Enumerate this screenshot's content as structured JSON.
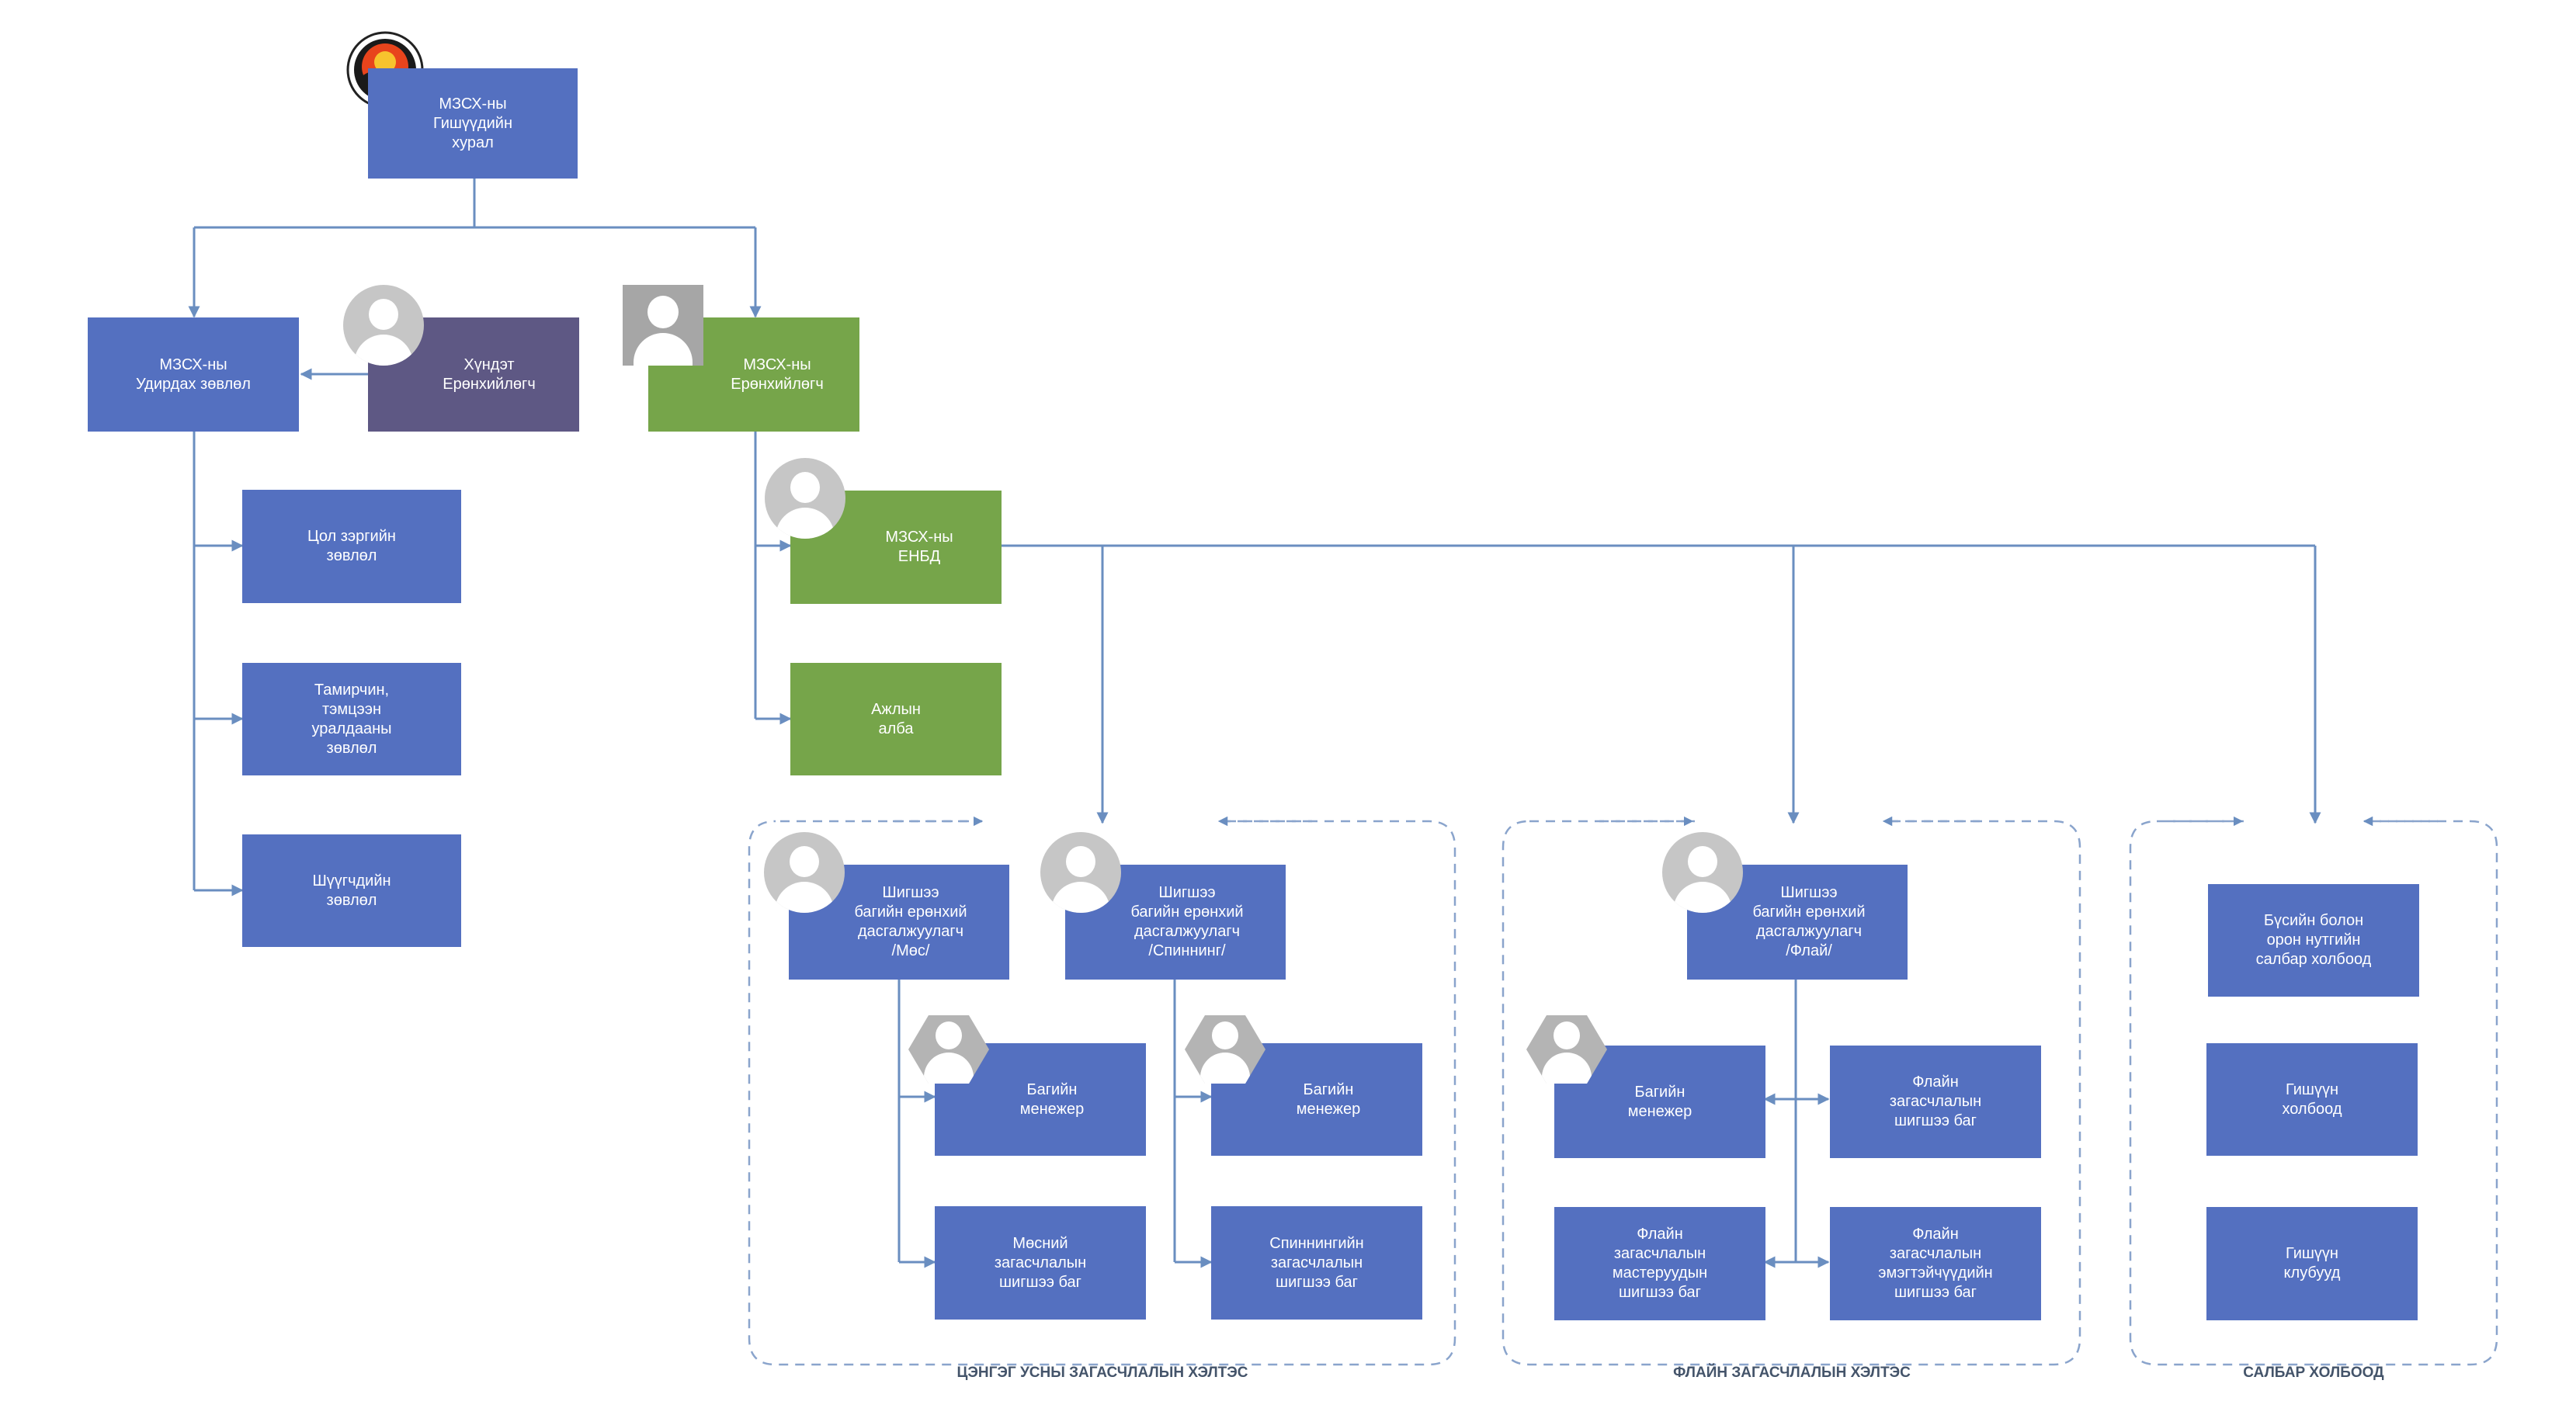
{
  "nodes": {
    "general_assembly": "МЗСХ-ны\nГишүүдийн\nхурал",
    "board": "МЗСХ-ны\nУдирдах зөвлөл",
    "honorary_president": "Хүндэт\nЕрөнхийлөгч",
    "president": "МЗСХ-ны\nЕрөнхийлөгч",
    "secretary_general": "МЗСХ-ны\nЕНБД",
    "office": "Ажлын\nалба",
    "ranks_council": "Цол зэргийн\nзөвлөл",
    "athletes_council": "Тамирчин,\nтэмцээн\nуралдааны\nзөвлөл",
    "judges_council": "Шүүгчдийн\nзөвлөл",
    "spey_head_coach": "Шигшээ\nбагийн ерөнхий\nдасгалжуулагч\n/Мөс/",
    "spinning_head_coach": "Шигшээ\nбагийн ерөнхий\nдасгалжуулагч\n/Спиннинг/",
    "ice_manager": "Багийн\nменежер",
    "ice_team": "Мөсний\nзагасчлалын\nшигшээ баг",
    "spin_manager": "Багийн\nменежер",
    "spin_team": "Спиннингийн\nзагасчлалын\nшигшээ баг",
    "fly_head_coach": "Шигшээ\nбагийн ерөнхий\nдасгалжуулагч\n/Флай/",
    "fly_manager": "Багийн\nменежер",
    "fly_team": "Флайн\nзагасчлалын\nшигшээ баг",
    "fly_masters_team": "Флайн\nзагасчлалын\nмастеруудын\nшигшээ баг",
    "fly_women_team": "Флайн\nзагасчлалын\nэмэгтэйчүүдийн\nшигшээ баг",
    "regional_federations": "Бүсийн болон\nорон нутгийн\nсалбар холбоод",
    "member_federations": "Гишүүн\nхолбоод",
    "member_clubs": "Гишүүн\nклубууд"
  },
  "groups": {
    "freshwater": "ЦЭНГЭГ УСНЫ ЗАГАСЧЛАЛЫН ХЭЛТЭС",
    "fly": "ФЛАЙН ЗАГАСЧЛАЛЫН ХЭЛТЭС",
    "branch": "САЛБАР ХОЛБООД"
  },
  "colors": {
    "blue": "#5470c0",
    "green": "#76a54a",
    "purple": "#5e5884",
    "connector": "#6a8ec0"
  },
  "icons": {
    "logo": "federation-logo",
    "avatar": "person-placeholder-icon"
  }
}
